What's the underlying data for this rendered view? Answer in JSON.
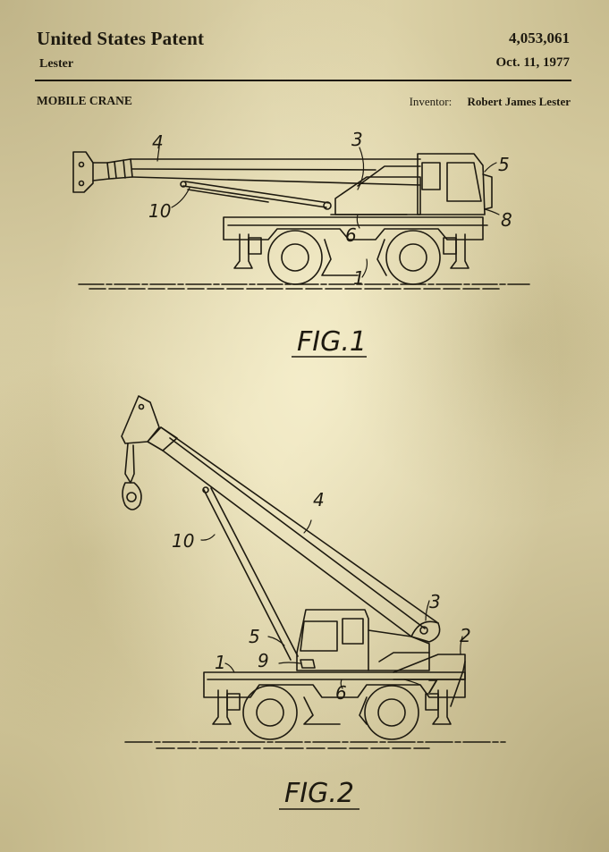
{
  "header": {
    "title": "United States Patent",
    "inventor_short": "Lester",
    "patent_number": "4,053,061",
    "date": "Oct. 11, 1977"
  },
  "subheader": {
    "subject": "MOBILE CRANE",
    "inventor_label": "Inventor:",
    "inventor_name": "Robert James Lester"
  },
  "figures": [
    {
      "caption": "FIG.1",
      "labels": [
        "4",
        "3",
        "5",
        "8",
        "10",
        "6",
        "1"
      ]
    },
    {
      "caption": "FIG.2",
      "labels": [
        "4",
        "10",
        "3",
        "2",
        "5",
        "9",
        "1",
        "6",
        "7"
      ]
    }
  ],
  "colors": {
    "paper": "#e6dcb3",
    "ink": "#1e1a10"
  }
}
